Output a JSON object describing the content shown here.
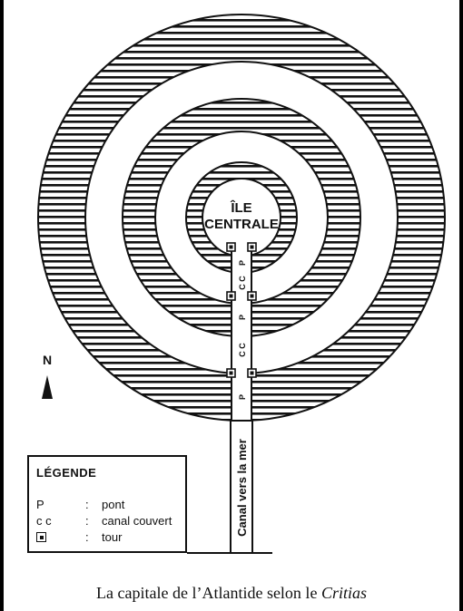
{
  "island": {
    "line1": "ÎLE",
    "line2": "CENTRALE"
  },
  "channel_labels": {
    "bridge": "P",
    "covered_canal": "C C"
  },
  "canal_label": "Canal vers la mer",
  "north": {
    "label": "N"
  },
  "legend": {
    "title": "LÉGENDE",
    "items": [
      {
        "symbol": "P",
        "separator": ":",
        "description": "pont"
      },
      {
        "symbol": "c c",
        "separator": ":",
        "description": "canal couvert"
      },
      {
        "symbol": "tower-icon",
        "separator": ":",
        "description": "tour"
      }
    ]
  },
  "caption": {
    "text": "La capitale de l’Atlantide selon le ",
    "emphasis": "Critias"
  },
  "colors": {
    "ink": "#111111",
    "paper": "#ffffff"
  }
}
